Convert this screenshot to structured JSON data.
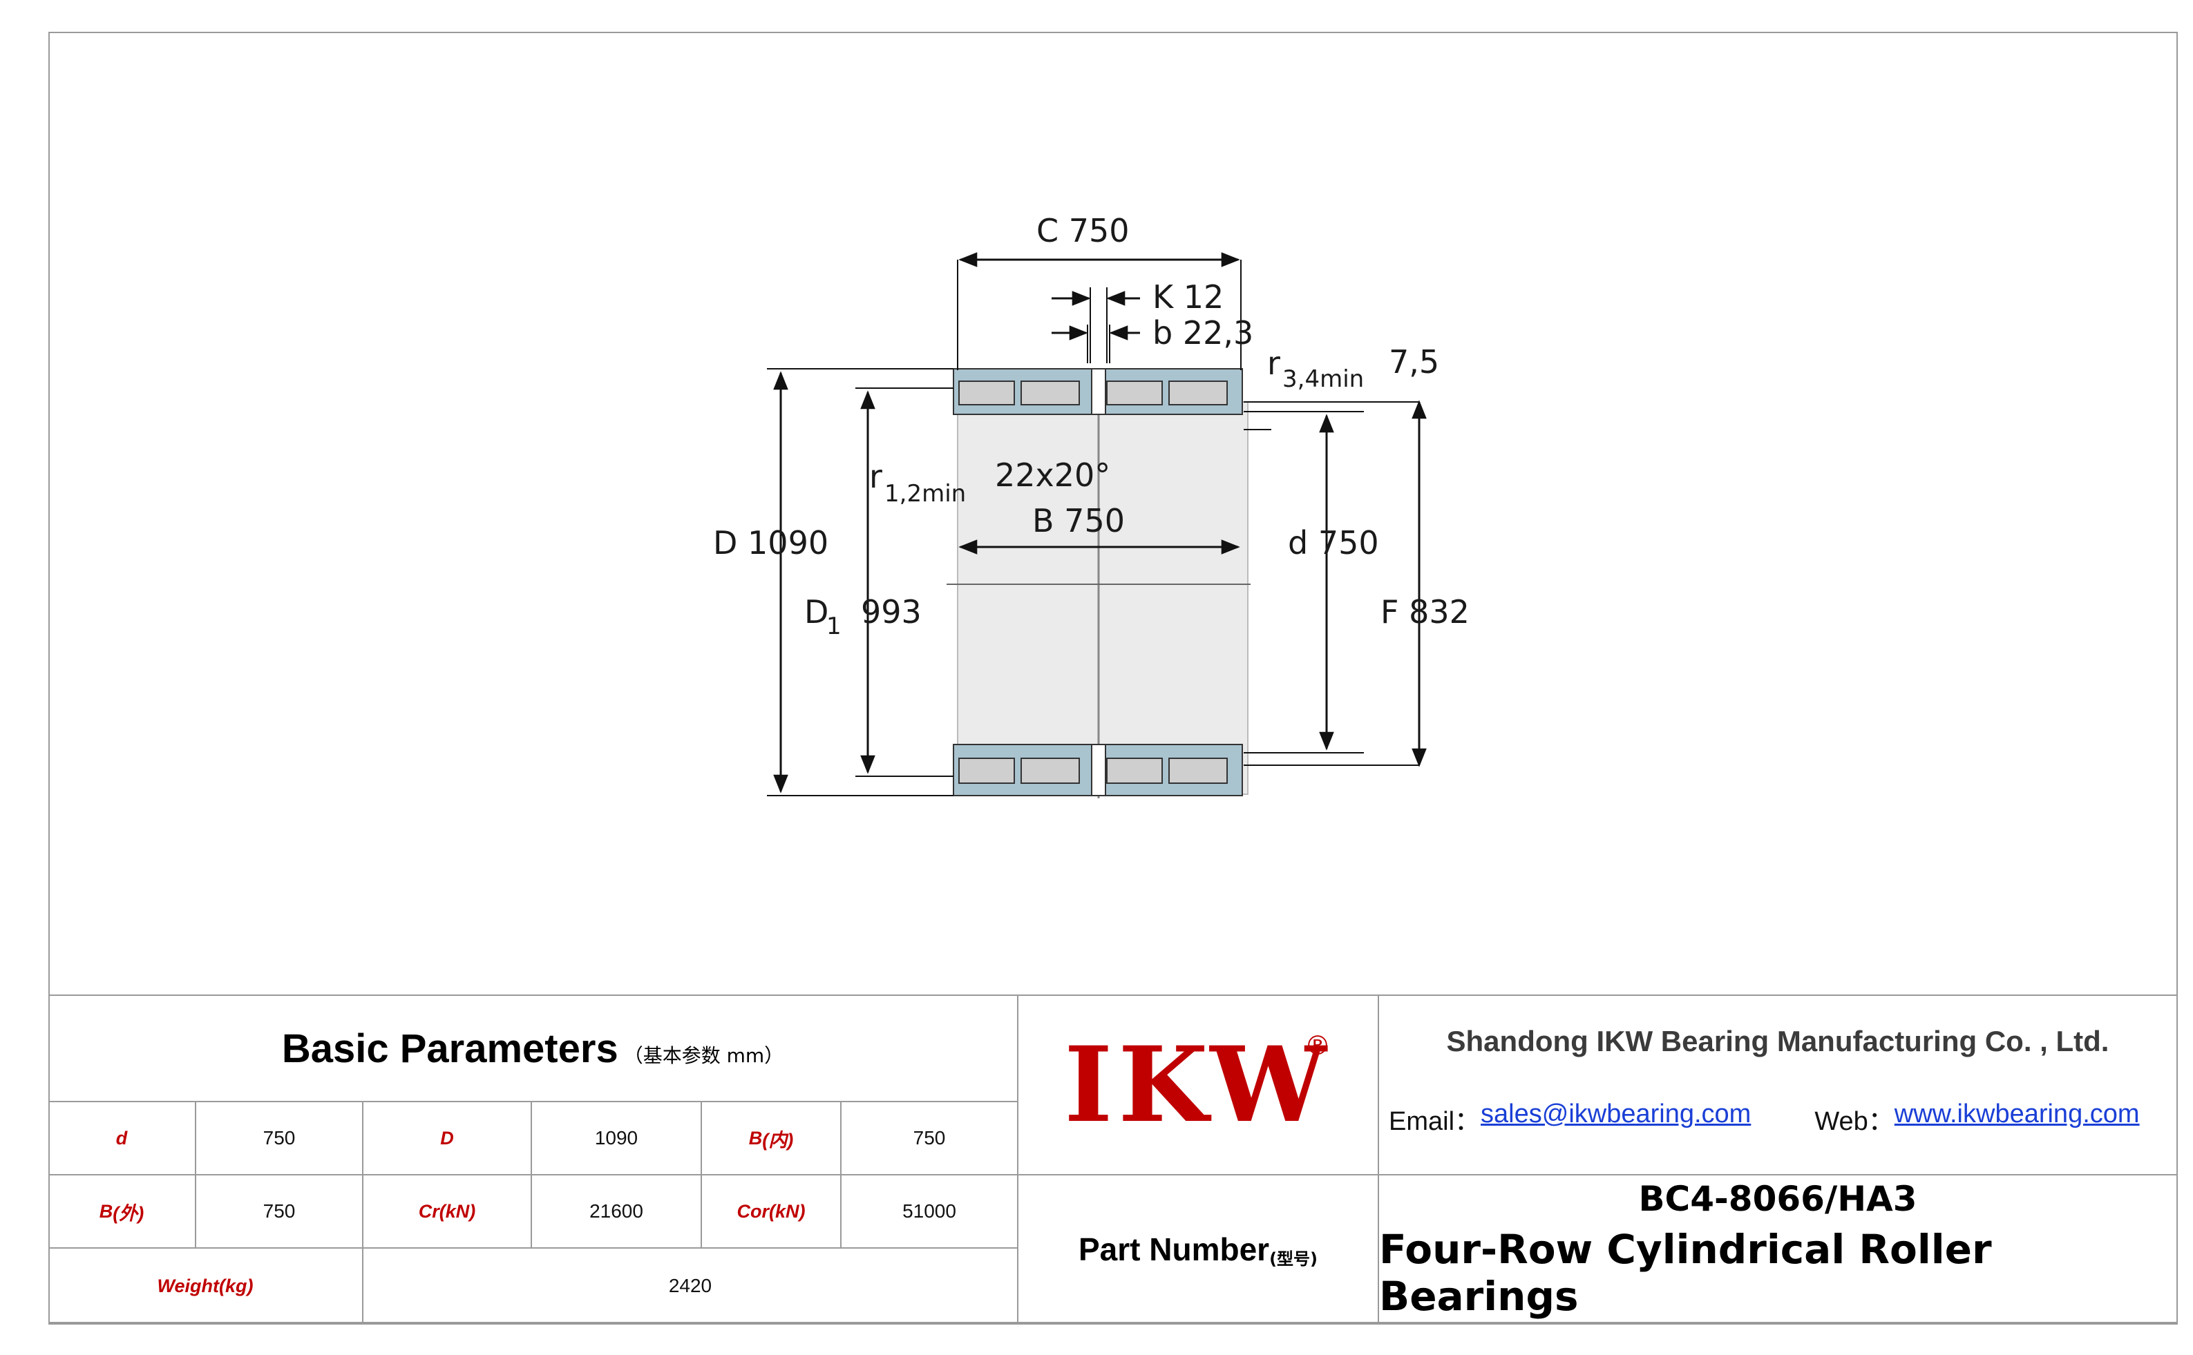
{
  "drawing": {
    "labels": {
      "C": "C  750",
      "K": "K  12",
      "b": "b  22,3",
      "r34": "r",
      "r34_sub": "3,4min",
      "r34_val": "7,5",
      "D": "D  1090",
      "D1": "D",
      "D1_sub": "1",
      "D1_val": "993",
      "r12": "r",
      "r12_sub": "1,2min",
      "chamfer": "22x20°",
      "B": "B  750",
      "d": "d  750",
      "F": "F  832"
    },
    "colors": {
      "ring": "#a9c3cf",
      "roller": "#c8c8c8",
      "line": "#111111"
    }
  },
  "basic_parameters": {
    "title": "Basic Parameters",
    "subtitle": "（基本参数 mm）",
    "rows": [
      [
        {
          "label": "d",
          "sub": "",
          "value": "750"
        },
        {
          "label": "D",
          "sub": "",
          "value": "1090"
        },
        {
          "label": "B",
          "sub": "(内)",
          "value": "750"
        }
      ],
      [
        {
          "label": "B",
          "sub": "(外)",
          "value": "750"
        },
        {
          "label": "Cr",
          "sub": "(kN)",
          "value": "21600"
        },
        {
          "label": "Cor",
          "sub": "(kN)",
          "value": "51000"
        }
      ]
    ],
    "weight": {
      "label": "Weight",
      "sub": "(kg)",
      "value": "2420"
    }
  },
  "logo": {
    "text": "IKW",
    "reg": "®",
    "color": "#c00000"
  },
  "part_number": {
    "label": "Part Number",
    "sub": "(型号)"
  },
  "company": {
    "name": "Shandong IKW Bearing Manufacturing Co. , Ltd.",
    "email_label": "Email：",
    "email": "sales@ikwbearing.com",
    "web_label": "Web：",
    "web": "www.ikwbearing.com"
  },
  "product": {
    "model": "BC4-8066/HA3",
    "type": "Four-Row Cylindrical Roller Bearings"
  }
}
